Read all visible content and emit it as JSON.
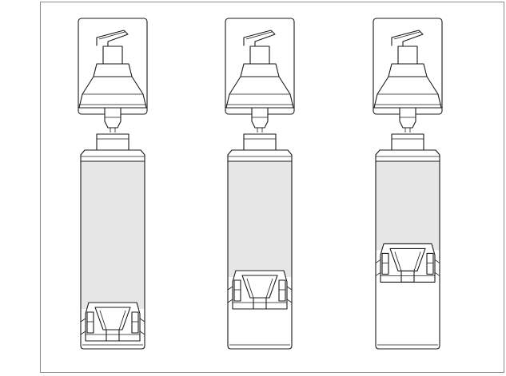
{
  "figure": {
    "style": "monochrome line drawing",
    "colors": {
      "line": "#1a1a1a",
      "fill_liquid": "#e6e6e6",
      "background": "#ffffff",
      "border": "#8a8a8a"
    },
    "bottles": [
      {
        "piston_level": 0.0
      },
      {
        "piston_level": 0.31
      },
      {
        "piston_level": 0.57
      }
    ]
  }
}
